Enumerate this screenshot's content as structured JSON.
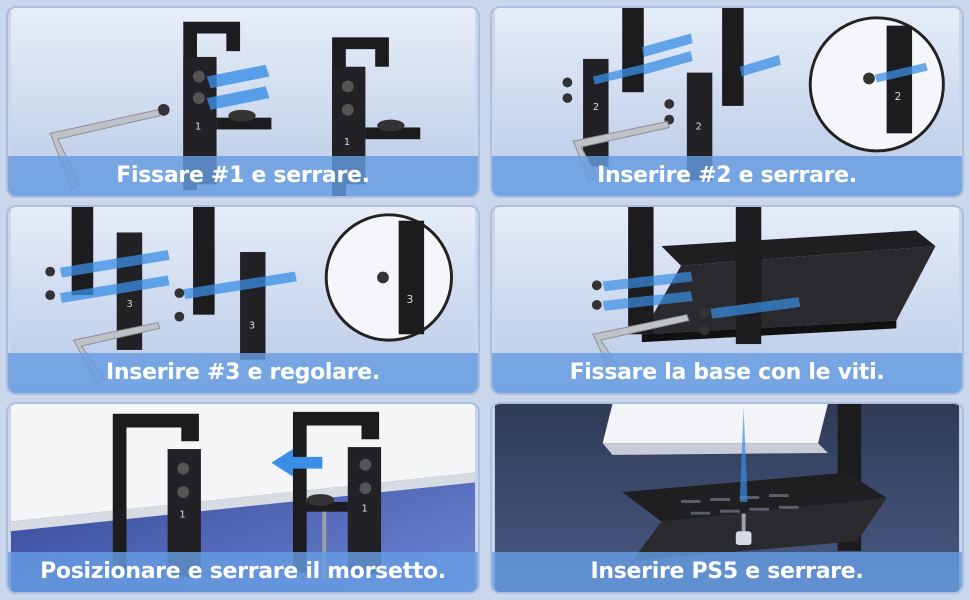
{
  "steps": [
    {
      "caption": "Fissare #1 e serrare.",
      "bracket_numbers": [
        "1",
        "1"
      ]
    },
    {
      "caption": "Inserire #2 e serrare.",
      "bracket_numbers": [
        "2",
        "2",
        "2"
      ]
    },
    {
      "caption": "Inserire #3 e regolare.",
      "bracket_numbers": [
        "3",
        "3",
        "3"
      ]
    },
    {
      "caption": "Fissare la base con le viti."
    },
    {
      "caption": "Posizionare e serrare il morsetto.",
      "bracket_numbers": [
        "1",
        "1"
      ]
    },
    {
      "caption": "Inserire PS5 e serrare."
    }
  ],
  "colors": {
    "background": "#c9d6ec",
    "caption_band": "#669ce2",
    "metal": "#1c1c1f",
    "arrow": "#3a8ee6"
  }
}
